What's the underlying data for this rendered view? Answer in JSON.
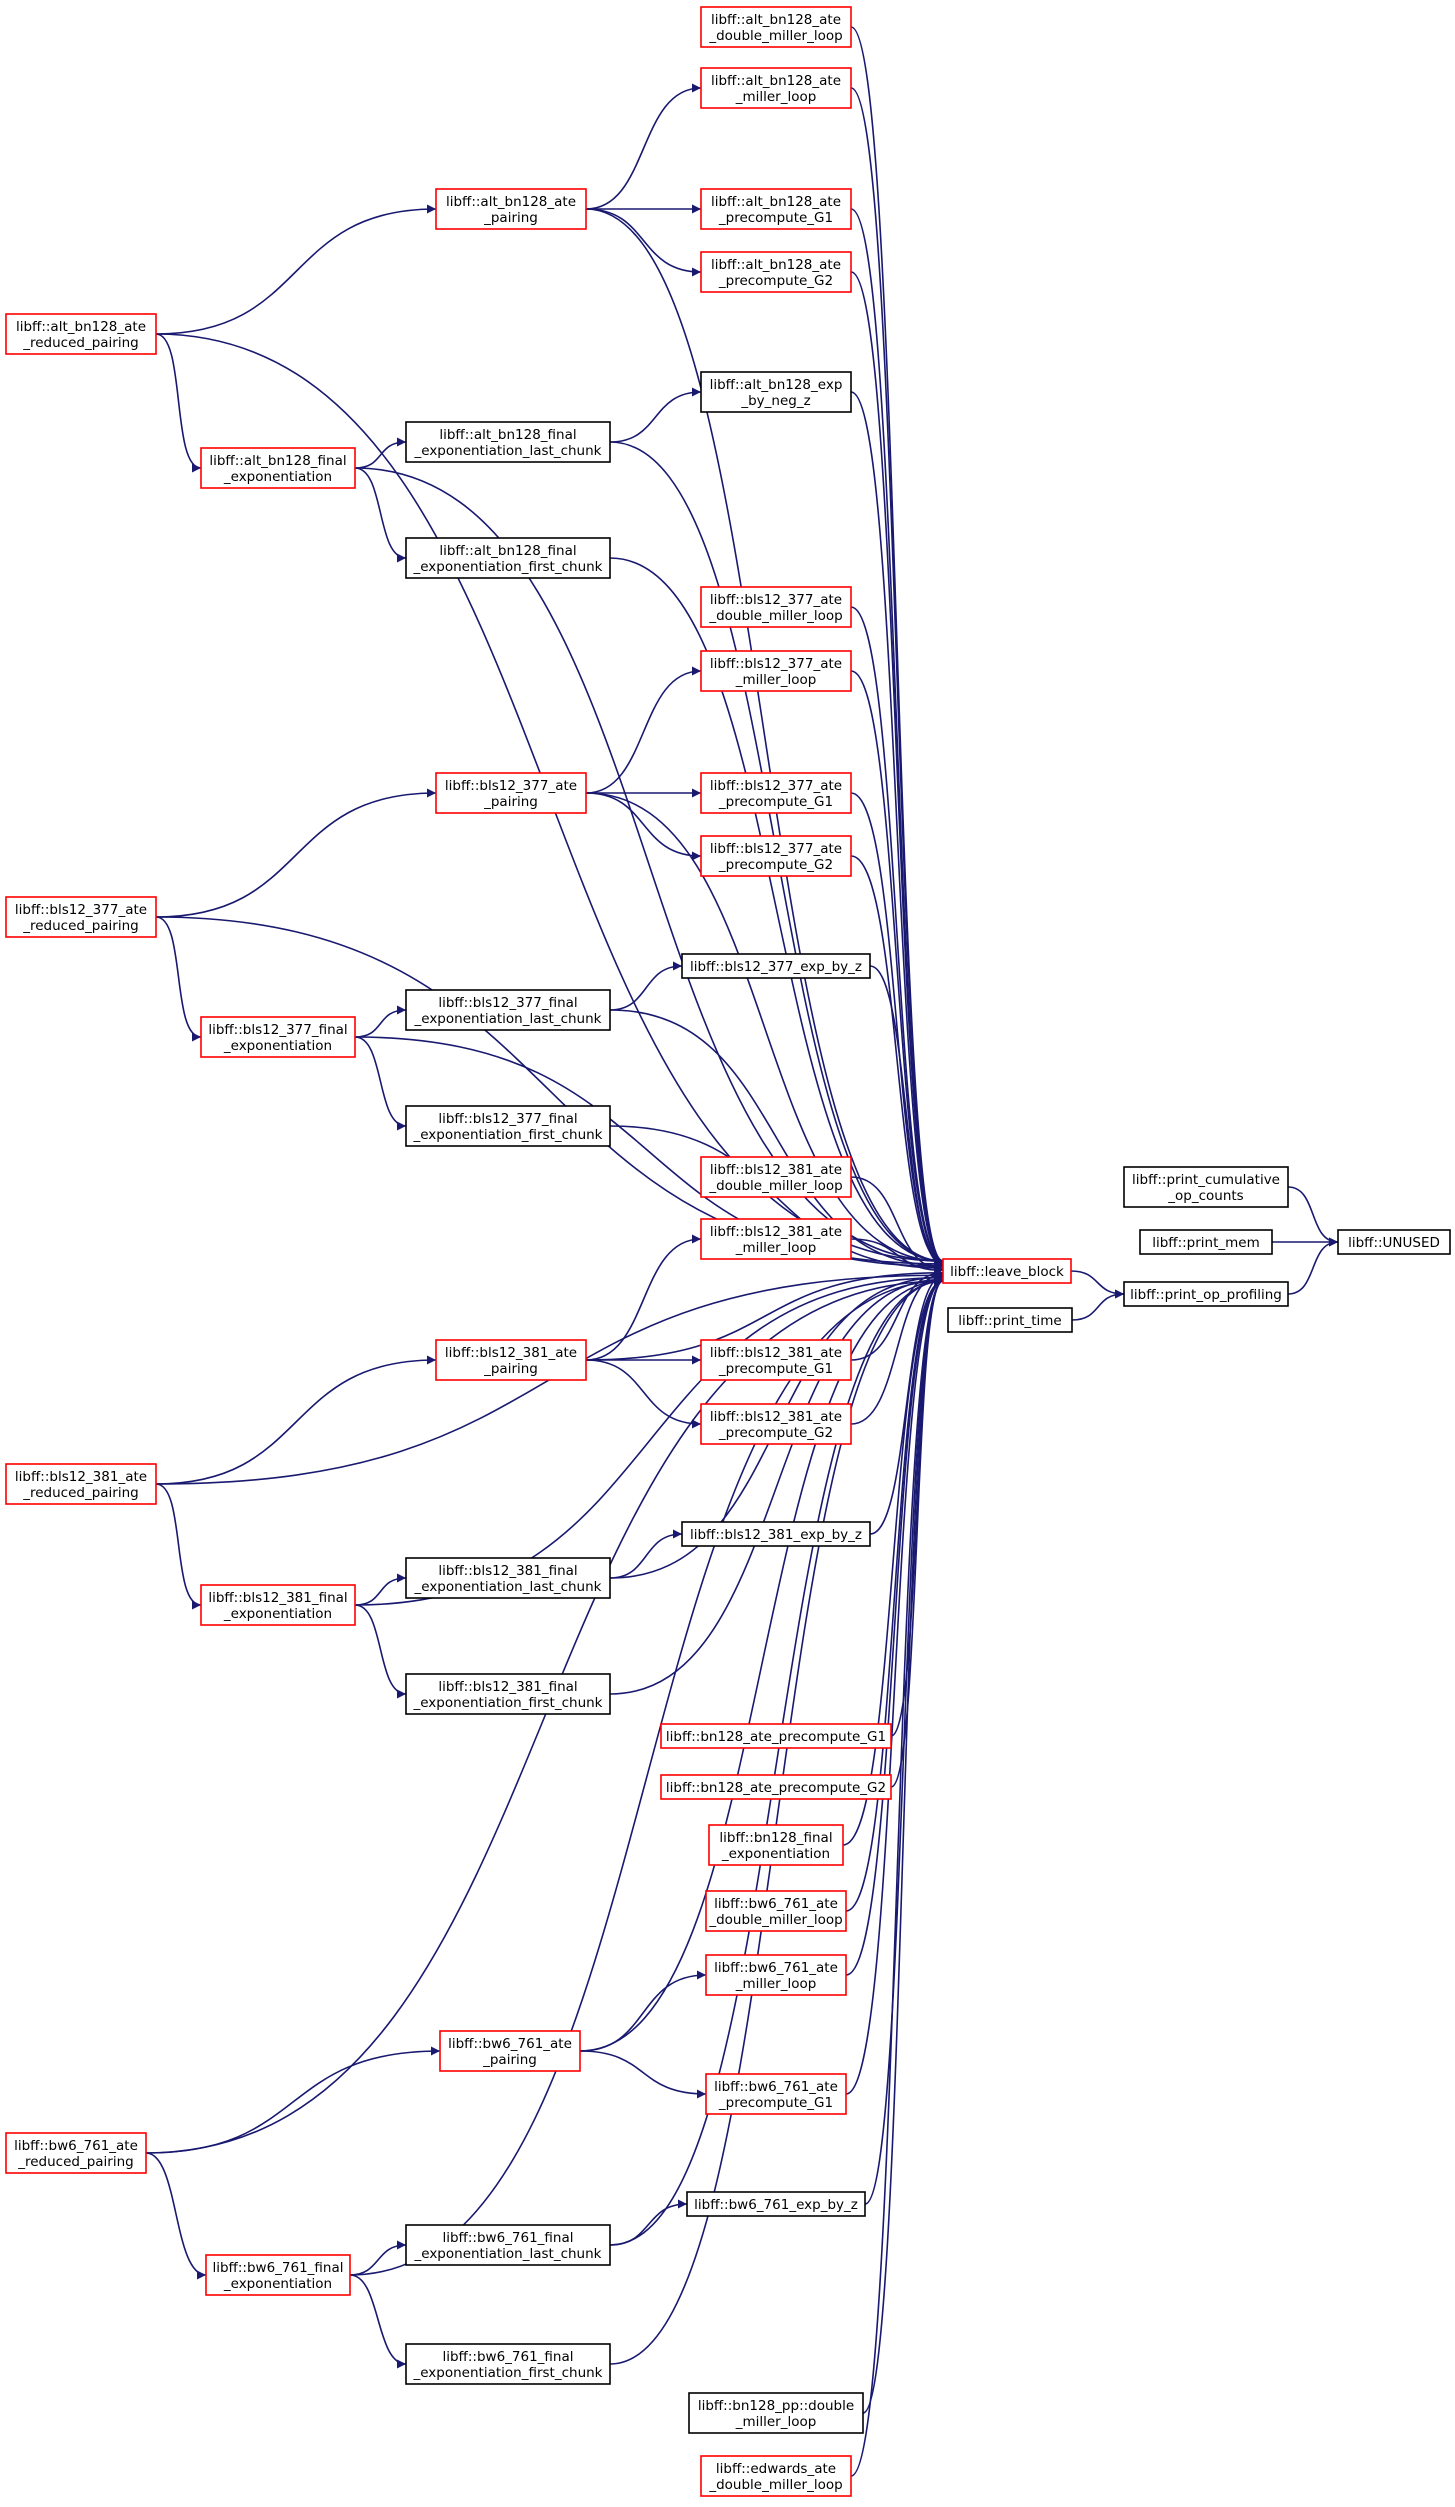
{
  "graph": {
    "title": "",
    "colors": {
      "edge": "#191970",
      "border_recursive": "#ff0000",
      "border_plain": "#000000",
      "root_fill": "#bfbfbf",
      "text": "#000000"
    },
    "nodes": [
      {
        "id": "unused",
        "lines": [
          "libff::UNUSED"
        ],
        "border": "black",
        "fill": "gray"
      },
      {
        "id": "print_cumulative",
        "lines": [
          "libff::print_cumulative",
          "_op_counts"
        ],
        "border": "black"
      },
      {
        "id": "print_mem",
        "lines": [
          "libff::print_mem"
        ],
        "border": "black"
      },
      {
        "id": "print_op_profiling",
        "lines": [
          "libff::print_op_profiling"
        ],
        "border": "black"
      },
      {
        "id": "leave_block",
        "lines": [
          "libff::leave_block"
        ],
        "border": "red"
      },
      {
        "id": "print_time",
        "lines": [
          "libff::print_time"
        ],
        "border": "black"
      },
      {
        "id": "alt_dml",
        "lines": [
          "libff::alt_bn128_ate",
          "_double_miller_loop"
        ],
        "border": "red"
      },
      {
        "id": "alt_ml",
        "lines": [
          "libff::alt_bn128_ate",
          "_miller_loop"
        ],
        "border": "red"
      },
      {
        "id": "alt_pair",
        "lines": [
          "libff::alt_bn128_ate",
          "_pairing"
        ],
        "border": "red"
      },
      {
        "id": "alt_pg1",
        "lines": [
          "libff::alt_bn128_ate",
          "_precompute_G1"
        ],
        "border": "red"
      },
      {
        "id": "alt_pg2",
        "lines": [
          "libff::alt_bn128_ate",
          "_precompute_G2"
        ],
        "border": "red"
      },
      {
        "id": "alt_rp",
        "lines": [
          "libff::alt_bn128_ate",
          "_reduced_pairing"
        ],
        "border": "red"
      },
      {
        "id": "alt_exp",
        "lines": [
          "libff::alt_bn128_exp",
          "_by_neg_z"
        ],
        "border": "black"
      },
      {
        "id": "alt_felc",
        "lines": [
          "libff::alt_bn128_final",
          "_exponentiation_last_chunk"
        ],
        "border": "black"
      },
      {
        "id": "alt_fe",
        "lines": [
          "libff::alt_bn128_final",
          "_exponentiation"
        ],
        "border": "red"
      },
      {
        "id": "alt_fefc",
        "lines": [
          "libff::alt_bn128_final",
          "_exponentiation_first_chunk"
        ],
        "border": "black"
      },
      {
        "id": "b377_dml",
        "lines": [
          "libff::bls12_377_ate",
          "_double_miller_loop"
        ],
        "border": "red"
      },
      {
        "id": "b377_ml",
        "lines": [
          "libff::bls12_377_ate",
          "_miller_loop"
        ],
        "border": "red"
      },
      {
        "id": "b377_pair",
        "lines": [
          "libff::bls12_377_ate",
          "_pairing"
        ],
        "border": "red"
      },
      {
        "id": "b377_pg1",
        "lines": [
          "libff::bls12_377_ate",
          "_precompute_G1"
        ],
        "border": "red"
      },
      {
        "id": "b377_pg2",
        "lines": [
          "libff::bls12_377_ate",
          "_precompute_G2"
        ],
        "border": "red"
      },
      {
        "id": "b377_rp",
        "lines": [
          "libff::bls12_377_ate",
          "_reduced_pairing"
        ],
        "border": "red"
      },
      {
        "id": "b377_exp",
        "lines": [
          "libff::bls12_377_exp_by_z"
        ],
        "border": "black"
      },
      {
        "id": "b377_felc",
        "lines": [
          "libff::bls12_377_final",
          "_exponentiation_last_chunk"
        ],
        "border": "black"
      },
      {
        "id": "b377_fe",
        "lines": [
          "libff::bls12_377_final",
          "_exponentiation"
        ],
        "border": "red"
      },
      {
        "id": "b377_fefc",
        "lines": [
          "libff::bls12_377_final",
          "_exponentiation_first_chunk"
        ],
        "border": "black"
      },
      {
        "id": "b381_dml",
        "lines": [
          "libff::bls12_381_ate",
          "_double_miller_loop"
        ],
        "border": "red"
      },
      {
        "id": "b381_ml",
        "lines": [
          "libff::bls12_381_ate",
          "_miller_loop"
        ],
        "border": "red"
      },
      {
        "id": "b381_pair",
        "lines": [
          "libff::bls12_381_ate",
          "_pairing"
        ],
        "border": "red"
      },
      {
        "id": "b381_pg1",
        "lines": [
          "libff::bls12_381_ate",
          "_precompute_G1"
        ],
        "border": "red"
      },
      {
        "id": "b381_pg2",
        "lines": [
          "libff::bls12_381_ate",
          "_precompute_G2"
        ],
        "border": "red"
      },
      {
        "id": "b381_rp",
        "lines": [
          "libff::bls12_381_ate",
          "_reduced_pairing"
        ],
        "border": "red"
      },
      {
        "id": "b381_exp",
        "lines": [
          "libff::bls12_381_exp_by_z"
        ],
        "border": "black"
      },
      {
        "id": "b381_felc",
        "lines": [
          "libff::bls12_381_final",
          "_exponentiation_last_chunk"
        ],
        "border": "black"
      },
      {
        "id": "b381_fe",
        "lines": [
          "libff::bls12_381_final",
          "_exponentiation"
        ],
        "border": "red"
      },
      {
        "id": "b381_fefc",
        "lines": [
          "libff::bls12_381_final",
          "_exponentiation_first_chunk"
        ],
        "border": "black"
      },
      {
        "id": "bn_pg1",
        "lines": [
          "libff::bn128_ate_precompute_G1"
        ],
        "border": "red"
      },
      {
        "id": "bn_pg2",
        "lines": [
          "libff::bn128_ate_precompute_G2"
        ],
        "border": "red"
      },
      {
        "id": "bn_fe",
        "lines": [
          "libff::bn128_final",
          "_exponentiation"
        ],
        "border": "red"
      },
      {
        "id": "bw_dml",
        "lines": [
          "libff::bw6_761_ate",
          "_double_miller_loop"
        ],
        "border": "red"
      },
      {
        "id": "bw_ml",
        "lines": [
          "libff::bw6_761_ate",
          "_miller_loop"
        ],
        "border": "red"
      },
      {
        "id": "bw_pair",
        "lines": [
          "libff::bw6_761_ate",
          "_pairing"
        ],
        "border": "red"
      },
      {
        "id": "bw_pg1",
        "lines": [
          "libff::bw6_761_ate",
          "_precompute_G1"
        ],
        "border": "red"
      },
      {
        "id": "bw_rp",
        "lines": [
          "libff::bw6_761_ate",
          "_reduced_pairing"
        ],
        "border": "red"
      },
      {
        "id": "bw_exp",
        "lines": [
          "libff::bw6_761_exp_by_z"
        ],
        "border": "black"
      },
      {
        "id": "bw_felc",
        "lines": [
          "libff::bw6_761_final",
          "_exponentiation_last_chunk"
        ],
        "border": "black"
      },
      {
        "id": "bw_fe",
        "lines": [
          "libff::bw6_761_final",
          "_exponentiation"
        ],
        "border": "red"
      },
      {
        "id": "bw_fefc",
        "lines": [
          "libff::bw6_761_final",
          "_exponentiation_first_chunk"
        ],
        "border": "black"
      },
      {
        "id": "bnpp_dml",
        "lines": [
          "libff::bn128_pp::double",
          "_miller_loop"
        ],
        "border": "black"
      },
      {
        "id": "ed_dml",
        "lines": [
          "libff::edwards_ate",
          "_double_miller_loop"
        ],
        "border": "red"
      }
    ],
    "edges": [
      [
        "print_cumulative",
        "unused"
      ],
      [
        "print_mem",
        "unused"
      ],
      [
        "print_op_profiling",
        "unused"
      ],
      [
        "leave_block",
        "print_op_profiling"
      ],
      [
        "print_time",
        "print_op_profiling"
      ],
      [
        "alt_dml",
        "leave_block"
      ],
      [
        "alt_ml",
        "leave_block"
      ],
      [
        "alt_pair",
        "leave_block"
      ],
      [
        "alt_pg1",
        "leave_block"
      ],
      [
        "alt_pg2",
        "leave_block"
      ],
      [
        "alt_rp",
        "leave_block"
      ],
      [
        "alt_exp",
        "leave_block"
      ],
      [
        "alt_felc",
        "leave_block"
      ],
      [
        "alt_fe",
        "leave_block"
      ],
      [
        "alt_fefc",
        "leave_block"
      ],
      [
        "alt_pair",
        "alt_ml"
      ],
      [
        "alt_pair",
        "alt_pg1"
      ],
      [
        "alt_pair",
        "alt_pg2"
      ],
      [
        "alt_rp",
        "alt_pair"
      ],
      [
        "alt_rp",
        "alt_fe"
      ],
      [
        "alt_fe",
        "alt_felc"
      ],
      [
        "alt_fe",
        "alt_fefc"
      ],
      [
        "alt_felc",
        "alt_exp"
      ],
      [
        "b377_dml",
        "leave_block"
      ],
      [
        "b377_ml",
        "leave_block"
      ],
      [
        "b377_pair",
        "leave_block"
      ],
      [
        "b377_pg1",
        "leave_block"
      ],
      [
        "b377_pg2",
        "leave_block"
      ],
      [
        "b377_rp",
        "leave_block"
      ],
      [
        "b377_exp",
        "leave_block"
      ],
      [
        "b377_felc",
        "leave_block"
      ],
      [
        "b377_fe",
        "leave_block"
      ],
      [
        "b377_fefc",
        "leave_block"
      ],
      [
        "b377_pair",
        "b377_ml"
      ],
      [
        "b377_pair",
        "b377_pg1"
      ],
      [
        "b377_pair",
        "b377_pg2"
      ],
      [
        "b377_rp",
        "b377_pair"
      ],
      [
        "b377_rp",
        "b377_fe"
      ],
      [
        "b377_fe",
        "b377_felc"
      ],
      [
        "b377_fe",
        "b377_fefc"
      ],
      [
        "b377_felc",
        "b377_exp"
      ],
      [
        "b381_dml",
        "leave_block"
      ],
      [
        "b381_ml",
        "leave_block"
      ],
      [
        "b381_pair",
        "leave_block"
      ],
      [
        "b381_pg1",
        "leave_block"
      ],
      [
        "b381_pg2",
        "leave_block"
      ],
      [
        "b381_rp",
        "leave_block"
      ],
      [
        "b381_exp",
        "leave_block"
      ],
      [
        "b381_felc",
        "leave_block"
      ],
      [
        "b381_fe",
        "leave_block"
      ],
      [
        "b381_fefc",
        "leave_block"
      ],
      [
        "b381_pair",
        "b381_ml"
      ],
      [
        "b381_pair",
        "b381_pg1"
      ],
      [
        "b381_pair",
        "b381_pg2"
      ],
      [
        "b381_rp",
        "b381_pair"
      ],
      [
        "b381_rp",
        "b381_fe"
      ],
      [
        "b381_fe",
        "b381_felc"
      ],
      [
        "b381_fe",
        "b381_fefc"
      ],
      [
        "b381_felc",
        "b381_exp"
      ],
      [
        "bn_pg1",
        "leave_block"
      ],
      [
        "bn_pg2",
        "leave_block"
      ],
      [
        "bn_fe",
        "leave_block"
      ],
      [
        "bw_dml",
        "leave_block"
      ],
      [
        "bw_ml",
        "leave_block"
      ],
      [
        "bw_pair",
        "leave_block"
      ],
      [
        "bw_pg1",
        "leave_block"
      ],
      [
        "bw_rp",
        "leave_block"
      ],
      [
        "bw_exp",
        "leave_block"
      ],
      [
        "bw_felc",
        "leave_block"
      ],
      [
        "bw_fe",
        "leave_block"
      ],
      [
        "bw_fefc",
        "leave_block"
      ],
      [
        "bw_pair",
        "bw_ml"
      ],
      [
        "bw_pair",
        "bw_pg1"
      ],
      [
        "bw_rp",
        "bw_pair"
      ],
      [
        "bw_rp",
        "bw_fe"
      ],
      [
        "bw_fe",
        "bw_felc"
      ],
      [
        "bw_fe",
        "bw_fefc"
      ],
      [
        "bw_felc",
        "bw_exp"
      ],
      [
        "bnpp_dml",
        "leave_block"
      ],
      [
        "ed_dml",
        "leave_block"
      ]
    ]
  }
}
